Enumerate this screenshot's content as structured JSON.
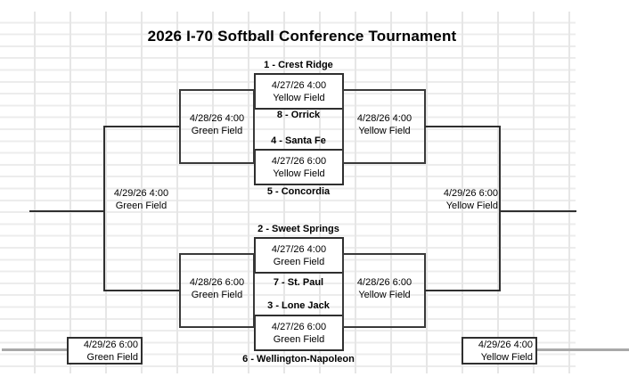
{
  "title": "2026 I-70 Softball Conference Tournament",
  "colors": {
    "background": "#ffffff",
    "bracket_line": "#2f2f2f",
    "gridline": "#e6e6e6",
    "connector_gray": "#a9a9a9",
    "text": "#000000"
  },
  "bracket": {
    "round1": [
      {
        "top_seed": "1 - Crest Ridge",
        "bottom_seed": "8 - Orrick",
        "datetime": "4/27/26 4:00",
        "field": "Yellow Field"
      },
      {
        "top_seed": "4 - Santa Fe",
        "bottom_seed": "5 - Concordia",
        "datetime": "4/27/26 6:00",
        "field": "Yellow Field"
      },
      {
        "top_seed": "2 - Sweet Springs",
        "bottom_seed": "7 - St. Paul",
        "datetime": "4/27/26 4:00",
        "field": "Green Field"
      },
      {
        "top_seed": "3 - Lone Jack",
        "bottom_seed": "6 - Wellington-Napoleon",
        "datetime": "4/27/26 6:00",
        "field": "Green Field"
      }
    ],
    "left_semifinals": [
      {
        "datetime": "4/28/26 4:00",
        "field": "Green Field"
      },
      {
        "datetime": "4/28/26 6:00",
        "field": "Green Field"
      }
    ],
    "right_semifinals": [
      {
        "datetime": "4/28/26 4:00",
        "field": "Yellow Field"
      },
      {
        "datetime": "4/28/26 6:00",
        "field": "Yellow Field"
      }
    ],
    "left_final": {
      "datetime": "4/29/26 4:00",
      "field": "Green Field"
    },
    "right_final": {
      "datetime": "4/29/26 6:00",
      "field": "Yellow Field"
    },
    "bottom_left_game": {
      "datetime": "4/29/26 6:00",
      "field": "Green Field"
    },
    "bottom_right_game": {
      "datetime": "4/29/26 4:00",
      "field": "Yellow Field"
    }
  }
}
